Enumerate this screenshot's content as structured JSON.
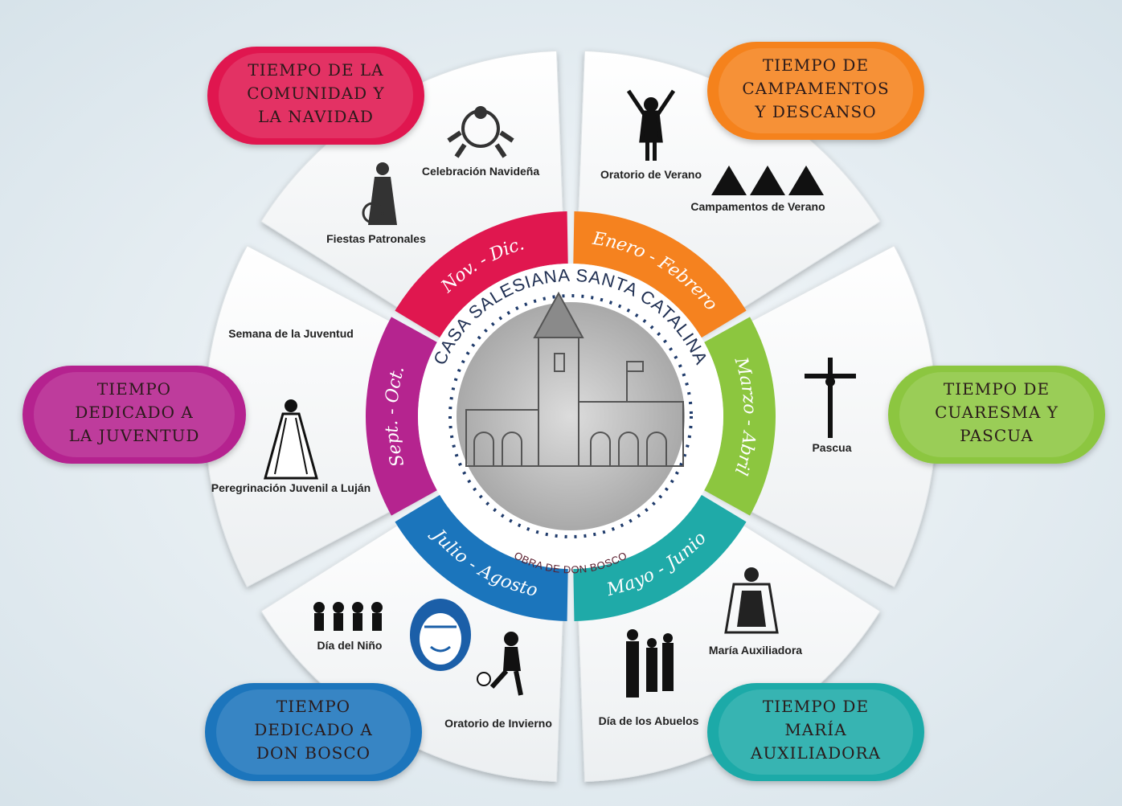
{
  "center": {
    "title": "CASA SALESIANA SANTA CATALINA",
    "subtitle": "OBRA DE DON BOSCO"
  },
  "seasons": [
    {
      "id": "nov",
      "months": "Nov. - Dic.",
      "color": "#e0174f",
      "caption": [
        "TIEMPO DE LA",
        "COMUNIDAD Y",
        "LA NAVIDAD"
      ],
      "activities": [
        "Celebración Navideña",
        "Fiestas Patronales"
      ]
    },
    {
      "id": "ene",
      "months": "Enero - Febrero",
      "color": "#f5821f",
      "caption": [
        "TIEMPO DE",
        "CAMPAMENTOS",
        "Y DESCANSO"
      ],
      "activities": [
        "Oratorio de Verano",
        "Campamentos de Verano"
      ]
    },
    {
      "id": "mar",
      "months": "Marzo - Abril",
      "color": "#8cc63f",
      "caption": [
        "TIEMPO DE",
        "CUARESMA Y",
        "PASCUA"
      ],
      "activities": [
        "Pascua"
      ]
    },
    {
      "id": "may",
      "months": "Mayo - Junio",
      "color": "#1faaa8",
      "caption": [
        "TIEMPO DE",
        "MARÍA",
        "AUXILIADORA"
      ],
      "activities": [
        "María Auxiliadora",
        "Día de los Abuelos"
      ]
    },
    {
      "id": "jul",
      "months": "Julio - Agosto",
      "color": "#1b75bc",
      "caption": [
        "TIEMPO",
        "DEDICADO A",
        "DON BOSCO"
      ],
      "activities": [
        "Día del Niño",
        "Oratorio de Invierno"
      ]
    },
    {
      "id": "sep",
      "months": "Sept. - Oct.",
      "color": "#b5248f",
      "caption": [
        "TIEMPO",
        "DEDICADO A",
        "LA JUVENTUD"
      ],
      "activities": [
        "Semana de la Juventud",
        "Peregrinación Juvenil a Luján"
      ]
    }
  ],
  "icons": [
    "hands-circle-icon",
    "saint-statue-icon",
    "child-arms-up-icon",
    "tents-icon",
    "crucifix-icon",
    "madonna-icon",
    "family-icon",
    "children-row-icon",
    "don-bosco-portrait-icon",
    "child-football-icon",
    "virgin-lujan-icon"
  ],
  "background_color": "#e8f0f4"
}
